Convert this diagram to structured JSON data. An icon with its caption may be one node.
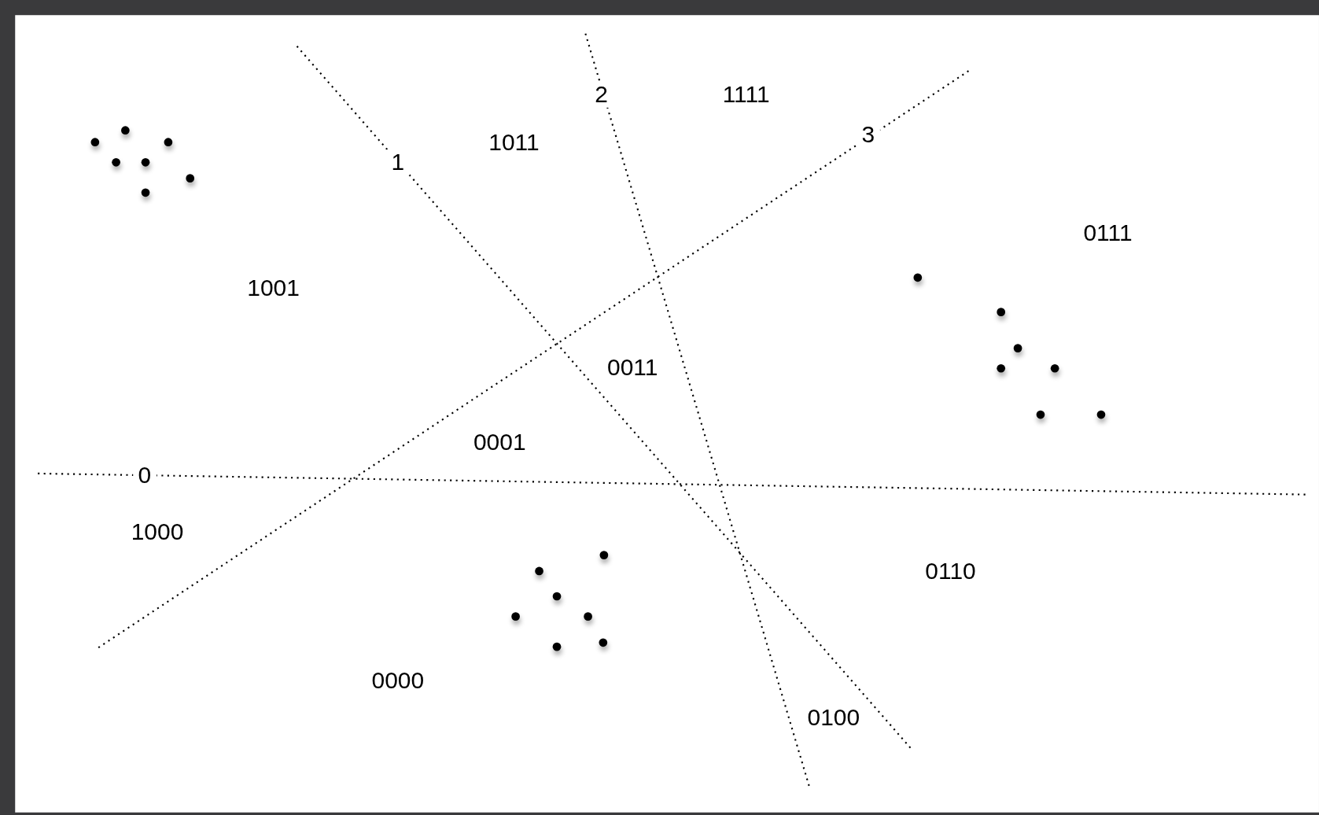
{
  "diagram": {
    "labels": [
      "2",
      "1111",
      "3",
      "1011",
      "1",
      "0111",
      "1001",
      "0011",
      "0001",
      "0",
      "1000",
      "0110",
      "0000",
      "0100"
    ]
  }
}
